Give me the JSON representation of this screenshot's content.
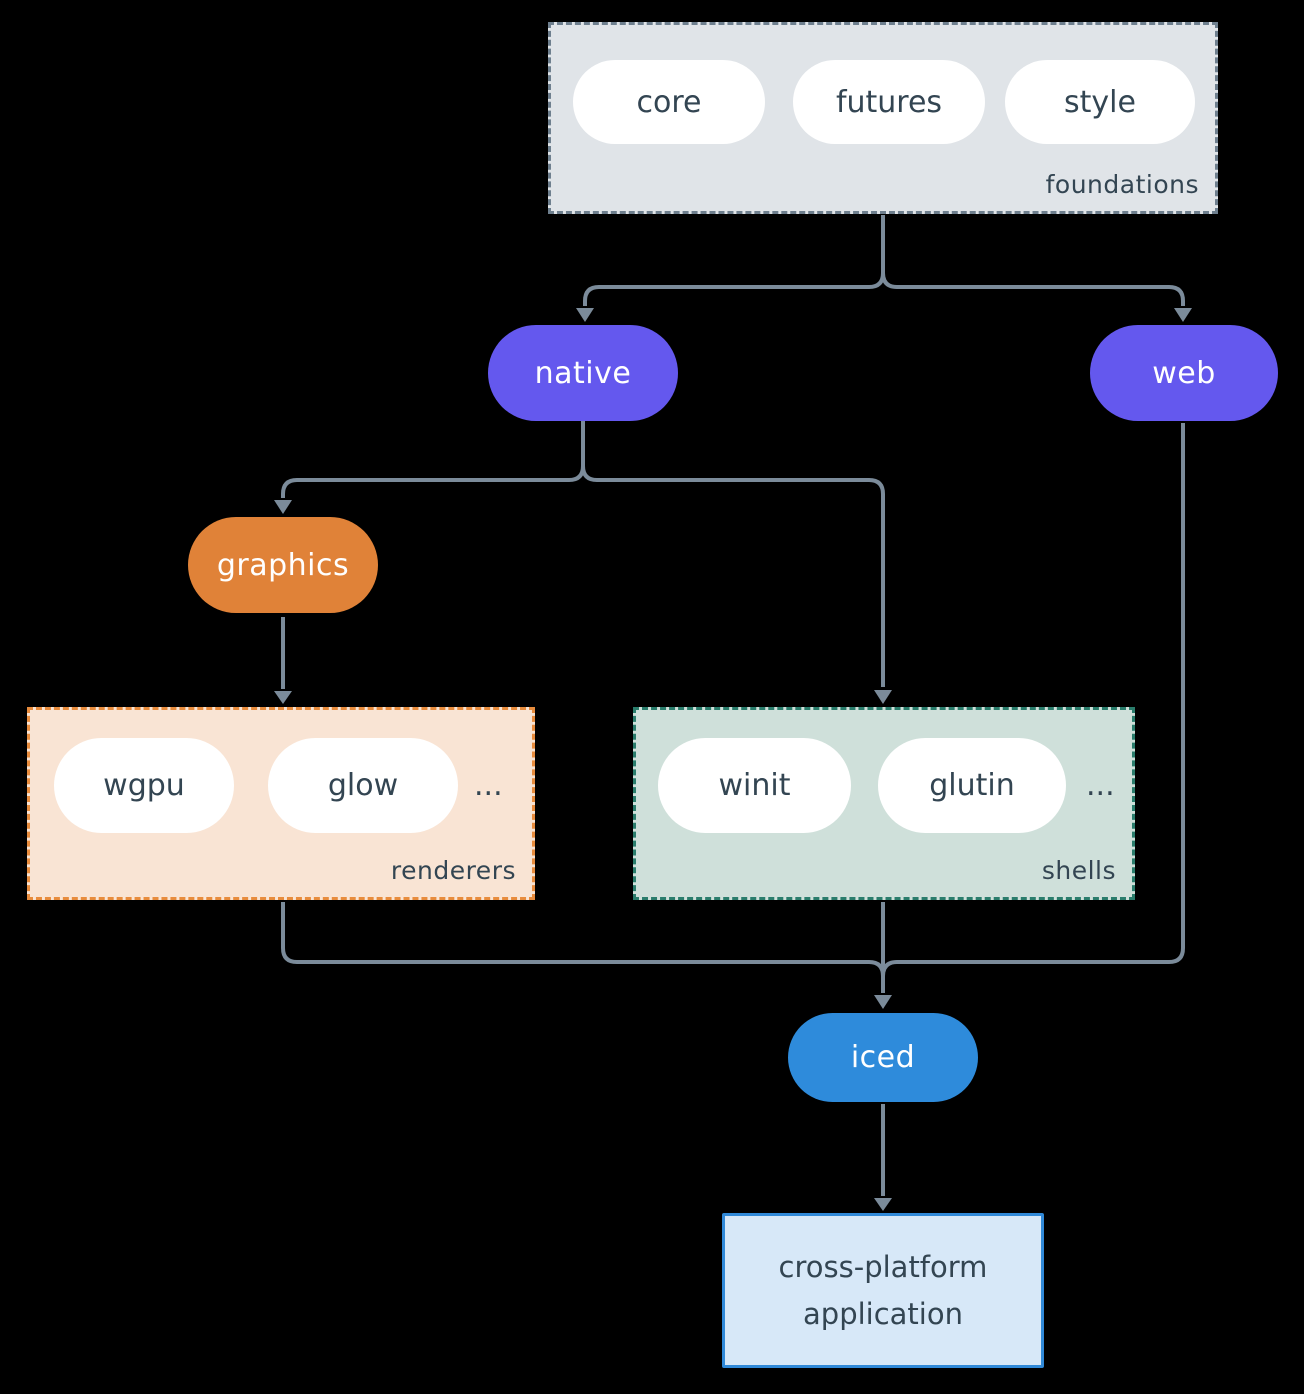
{
  "diagram": {
    "background_color": "#000000",
    "connector_color": "#7b8b9a",
    "text_color": "#334552",
    "groups": {
      "foundations": {
        "label": "foundations",
        "fill": "#e0e4e8",
        "border": "#6e7f8e",
        "pills": [
          "core",
          "futures",
          "style"
        ]
      },
      "renderers": {
        "label": "renderers",
        "fill": "#f9e4d4",
        "border": "#e88c3d",
        "pills": [
          "wgpu",
          "glow"
        ],
        "ellipsis": "..."
      },
      "shells": {
        "label": "shells",
        "fill": "#cfe0da",
        "border": "#2a7d6c",
        "pills": [
          "winit",
          "glutin"
        ],
        "ellipsis": "..."
      }
    },
    "nodes": {
      "native": {
        "label": "native",
        "fill": "#6458ee"
      },
      "web": {
        "label": "web",
        "fill": "#6458ee"
      },
      "graphics": {
        "label": "graphics",
        "fill": "#e08238"
      },
      "iced": {
        "label": "iced",
        "fill": "#2e8bdb"
      }
    },
    "app_box": {
      "label": "cross-platform application",
      "fill": "#d7e8f8",
      "border": "#3089d8"
    },
    "edges": [
      "foundations -> native",
      "foundations -> web",
      "native -> graphics",
      "native -> shells",
      "graphics -> renderers",
      "renderers -> iced",
      "shells -> iced",
      "web -> iced",
      "iced -> cross-platform application"
    ]
  }
}
